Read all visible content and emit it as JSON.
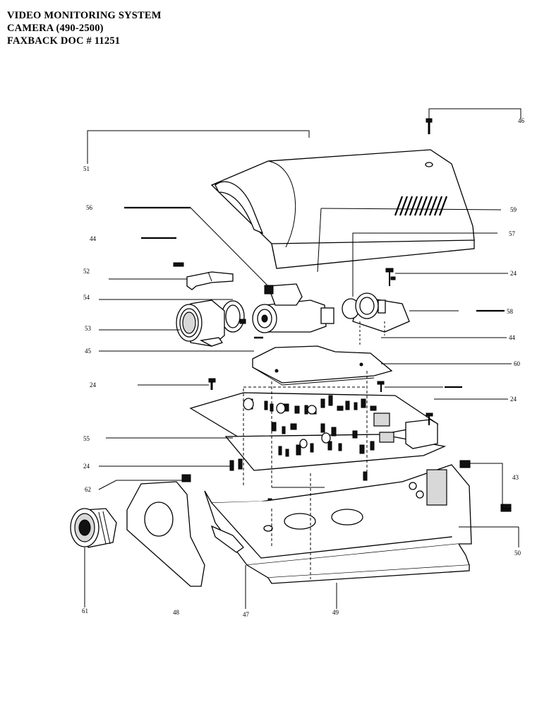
{
  "header": {
    "line1": "VIDEO MONITORING SYSTEM",
    "line2": "CAMERA  (490-2500)",
    "line3": "FAXBACK DOC # 11251"
  },
  "callouts": {
    "c46": "46",
    "c51": "51",
    "c56": "56",
    "c59": "59",
    "c44a": "44",
    "c57": "57",
    "c52": "52",
    "c24a": "24",
    "c54": "54",
    "c58": "58",
    "c53": "53",
    "c44b": "44",
    "c45": "45",
    "c60": "60",
    "c24b": "24",
    "c24c": "24",
    "c55": "55",
    "c24d": "24",
    "c43": "43",
    "c62": "62",
    "c50": "50",
    "c61": "61",
    "c48": "48",
    "c47": "47",
    "c49": "49"
  }
}
